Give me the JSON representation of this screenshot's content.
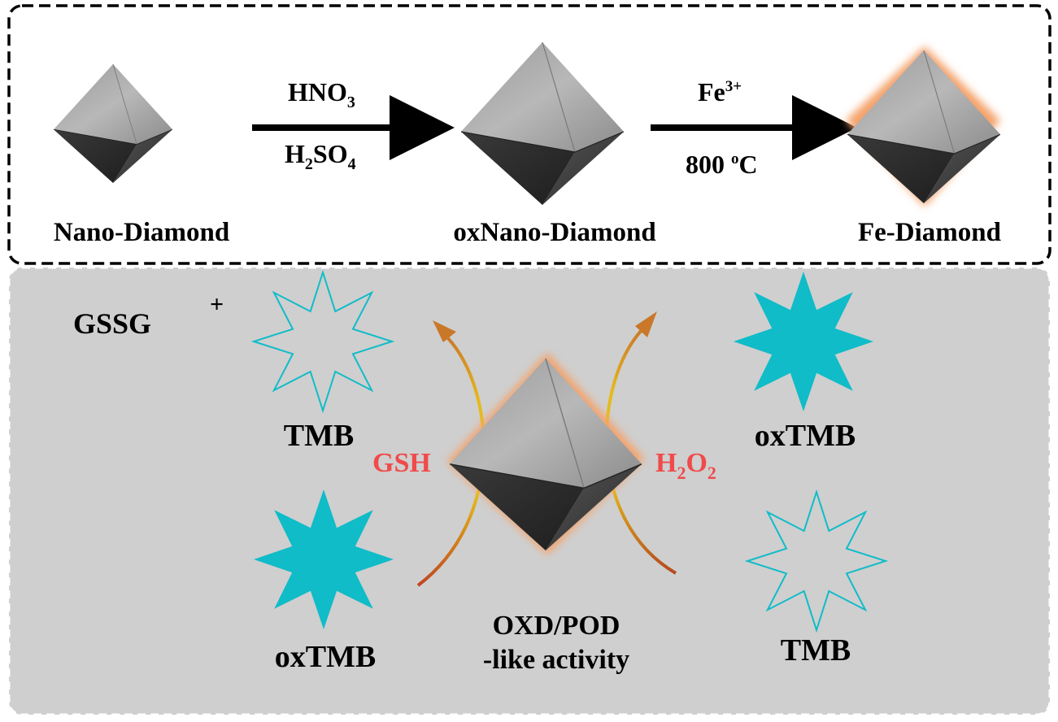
{
  "synthesis": {
    "start_label": "Nano-Diamond",
    "step1_reagent_top": {
      "base": "HNO",
      "sub": "3"
    },
    "step1_reagent_bottom": {
      "base1": "H",
      "sub1": "2",
      "base2": "SO",
      "sub2": "4"
    },
    "middle_label": "oxNano-Diamond",
    "step2_reagent_top": {
      "base": "Fe",
      "sup": "3+"
    },
    "step2_reagent_bottom": {
      "pre": "800 ",
      "sup": "o",
      "post": "C"
    },
    "end_label": "Fe-Diamond"
  },
  "catalysis": {
    "gssg_label": "GSSG",
    "plus_sign": "+",
    "tmb_left_top": "TMB",
    "oxtmb_left_bottom": "oxTMB",
    "gsh_label": "GSH",
    "h2o2_label": {
      "base1": "H",
      "sub1": "2",
      "base2": "O",
      "sub2": "2"
    },
    "oxtmb_right_top": "oxTMB",
    "tmb_right_bottom": "TMB",
    "activity_line1": "OXD/POD",
    "activity_line2": "-like activity"
  },
  "colors": {
    "teal": "#0fbcc8",
    "red_label": "#f04a4a",
    "glow": "#f4a26a",
    "arrow_dark": "#b54a1e",
    "arrow_light": "#e8c81a",
    "panel_gray": "#cfcfcf"
  }
}
